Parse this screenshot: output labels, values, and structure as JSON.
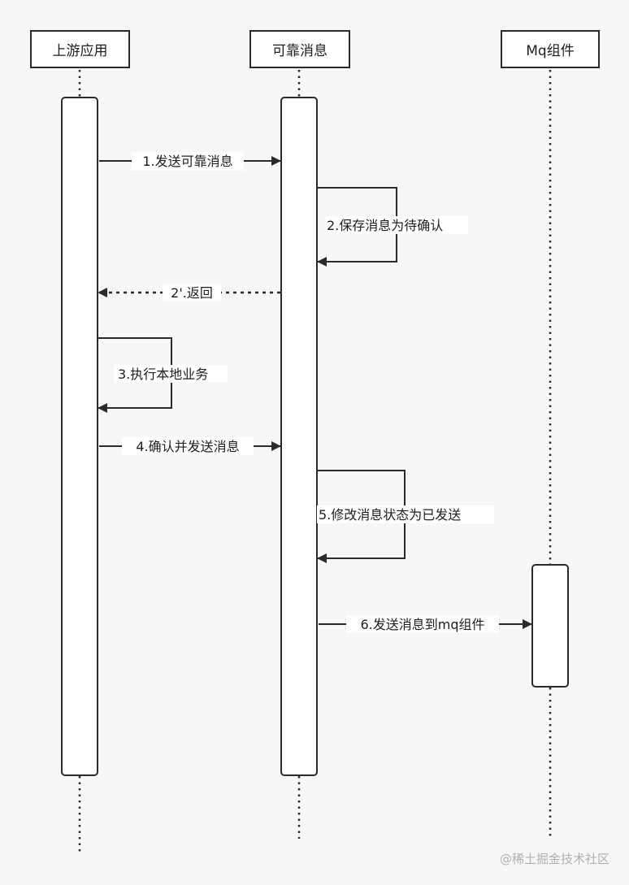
{
  "participants": {
    "upstream": "上游应用",
    "reliable_msg": "可靠消息",
    "mq": "Mq组件"
  },
  "messages": [
    "1.发送可靠消息",
    "2.保存消息为待确认",
    "2'.返回",
    "3.执行本地业务",
    "4.确认并发送消息",
    "5.修改消息状态为已发送",
    "6.发送消息到mq组件"
  ],
  "watermark": "@稀土掘金技术社区",
  "colors": {
    "line": "#2b2b2b",
    "background": "#f7f7f7",
    "box_fill": "#ffffff",
    "watermark": "#b0b0b0"
  }
}
